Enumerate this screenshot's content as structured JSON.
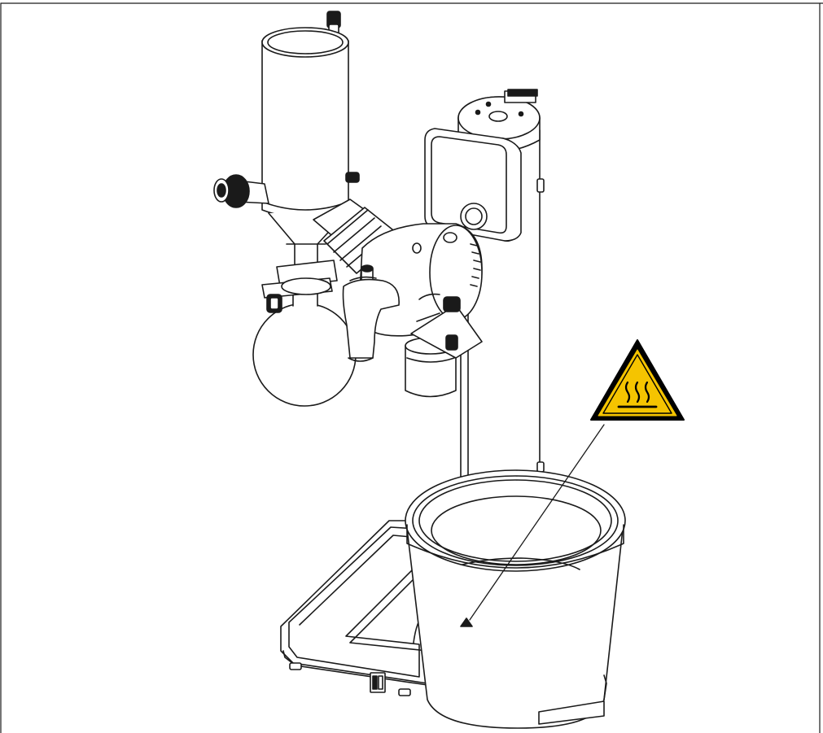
{
  "figure": {
    "type": "technical-line-drawing",
    "subject": "rotary-evaporator-with-heating-bath",
    "colors": {
      "line": "#1a1a1a",
      "background": "#ffffff",
      "warning_fill": "#f5c400",
      "warning_border": "#000000"
    },
    "callouts": [
      {
        "icon": "hot-surface-warning-icon",
        "points_to": "heating-bath-surface-marker"
      }
    ]
  }
}
